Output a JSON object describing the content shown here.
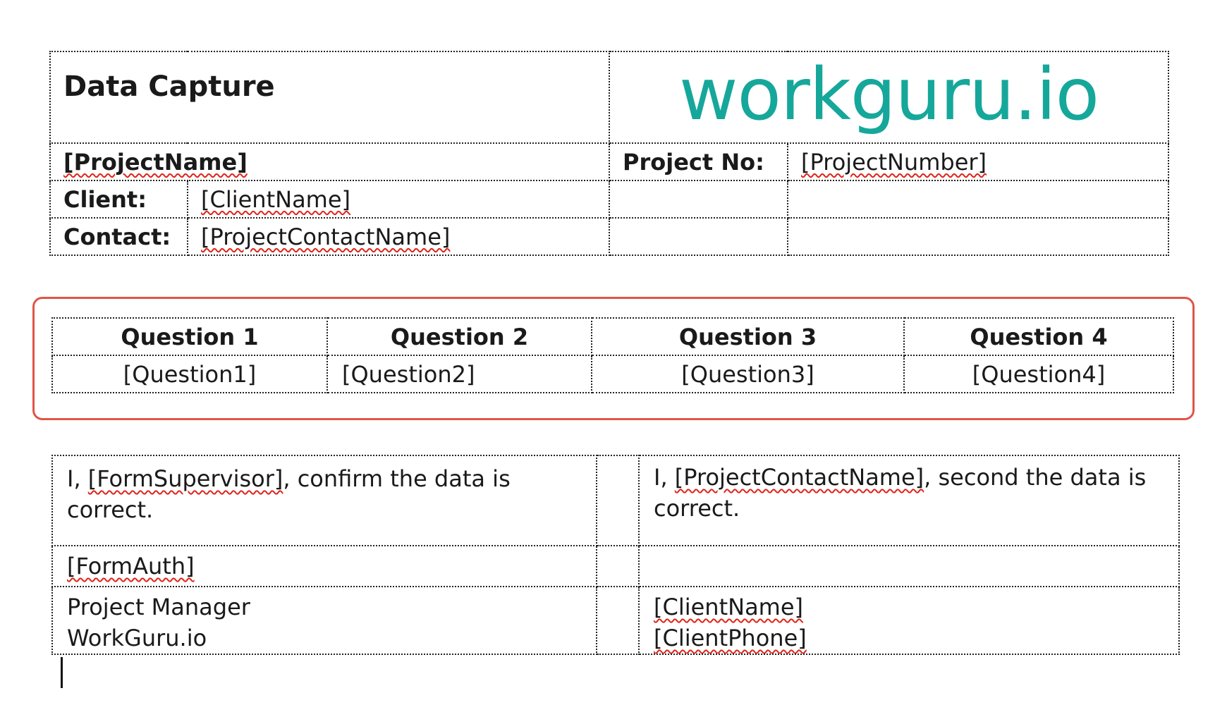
{
  "header": {
    "title": "Data Capture",
    "logo_text": "workguru.io",
    "project_name": "[ProjectName]",
    "project_no_label": "Project No:",
    "project_number": "[ProjectNumber]",
    "client_label": "Client:",
    "client_name": "[ClientName]",
    "contact_label": "Contact:",
    "contact_name": "[ProjectContactName]"
  },
  "questions": {
    "headers": [
      "Question 1",
      "Question 2",
      "Question 3",
      "Question 4"
    ],
    "values": [
      "[Question1]",
      "[Question2]",
      "[Question3]",
      "[Question4]"
    ]
  },
  "signoff": {
    "left_prefix": "I, ",
    "left_field": "[FormSupervisor]",
    "left_suffix": ", confirm the data is correct.",
    "right_prefix": "I, ",
    "right_field": "[ProjectContactName]",
    "right_suffix": ", second the data is correct.",
    "form_auth": "[FormAuth]",
    "left_role": "Project Manager",
    "left_org": "WorkGuru.io",
    "right_client_name": "[ClientName]",
    "right_client_phone": "[ClientPhone]"
  },
  "colors": {
    "logo": "#16a79b",
    "highlight_border": "#e05547",
    "spellcheck_underline": "#e0241b"
  }
}
